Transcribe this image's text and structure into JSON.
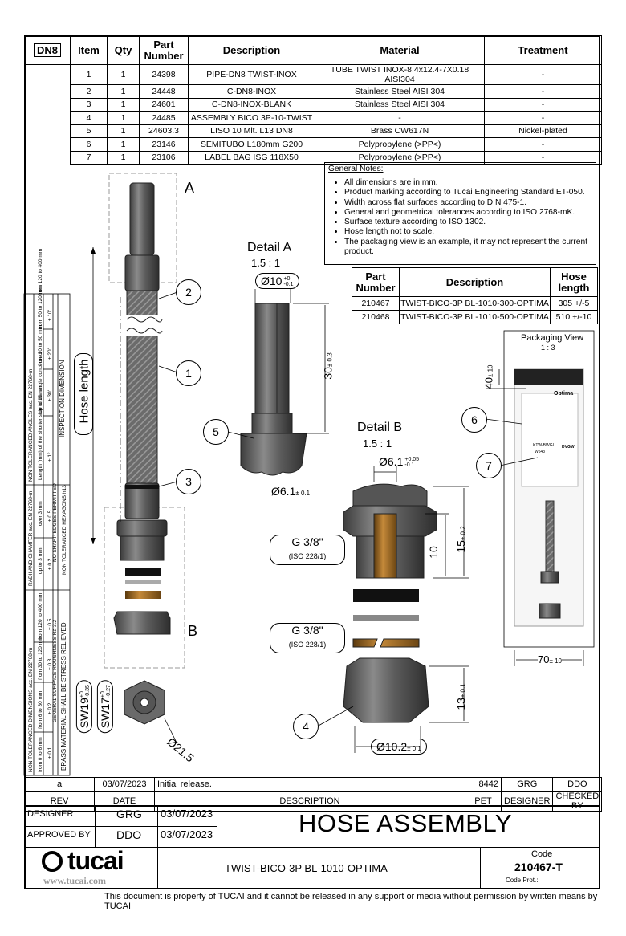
{
  "bom": {
    "size_label": "DN8",
    "headers": [
      "Item",
      "Qty",
      "Part Number",
      "Description",
      "Material",
      "Treatment"
    ],
    "rows": [
      [
        "1",
        "1",
        "24398",
        "PIPE-DN8 TWIST-INOX",
        "TUBE TWIST INOX-8.4x12.4-7X0.18 AISI304",
        "-"
      ],
      [
        "2",
        "1",
        "24448",
        "C-DN8-INOX",
        "Stainless Steel AISI 304",
        "-"
      ],
      [
        "3",
        "1",
        "24601",
        "C-DN8-INOX-BLANK",
        "Stainless Steel AISI 304",
        "-"
      ],
      [
        "4",
        "1",
        "24485",
        "ASSEMBLY BICO 3P-10-TWIST",
        "-",
        "-"
      ],
      [
        "5",
        "1",
        "24603.3",
        "LISO 10 Mlt. L13 DN8",
        "Brass CW617N",
        "Nickel-plated"
      ],
      [
        "6",
        "1",
        "23146",
        "SEMITUBO L180mm G200",
        "Polypropylene (>PP<)",
        "-"
      ],
      [
        "7",
        "1",
        "23106",
        "LABEL BAG ISG 118X50",
        "Polypropylene (>PP<)",
        "-"
      ]
    ]
  },
  "notes": {
    "title": "General Notes:",
    "items": [
      "All dimensions are in mm.",
      "Product marking according to Tucai Engineering Standard ET-050.",
      "Width across flat surfaces according to DIN 475-1.",
      "General and geometrical tolerances according to ISO 2768-mK.",
      "Surface texture according to ISO 1302.",
      "Hose length not to scale.",
      "The packaging view is an example, it may not represent the current product."
    ]
  },
  "variants": {
    "headers": [
      "Part Number",
      "Description",
      "Hose length"
    ],
    "rows": [
      [
        "210467",
        "TWIST-BICO-3P BL-1010-300-OPTIMA",
        "305 +/-5"
      ],
      [
        "210468",
        "TWIST-BICO-3P BL-1010-500-OPTIMA",
        "510 +/-10"
      ]
    ]
  },
  "drawing": {
    "view_a": "A",
    "view_b": "B",
    "hose_length": "Hose length",
    "detail_a_title": "Detail A",
    "detail_a_scale": "1.5 : 1",
    "detail_b_title": "Detail B",
    "detail_b_scale": "1.5 : 1",
    "packaging_title": "Packaging View",
    "packaging_scale": "1 : 3",
    "dims": {
      "d10": "Ø10",
      "d10_tol_top": "+0",
      "d10_tol_bot": "-0.1",
      "l30": "30",
      "l30_tol": "± 0.3",
      "d61a": "Ø6.1",
      "d61a_tol": "± 0.1",
      "d61b": "Ø6.1",
      "d61b_tol_top": "+0.05",
      "d61b_tol_bot": "-0.1",
      "g38": "G 3/8\"",
      "iso": "(ISO 228/1)",
      "l10": "10",
      "l15": "15",
      "l15_tol": "± 0.2",
      "l13": "13",
      "l13_tol": "± 0.1",
      "d102": "Ø10.2",
      "d102_tol": "± 0.1",
      "sw19": "SW19",
      "sw19_tol_top": "+0",
      "sw19_tol_bot": "-0.35",
      "sw17": "SW17",
      "sw17_tol_top": "+0",
      "sw17_tol_bot": "-0.27",
      "d215": "Ø21.5",
      "p40": "40",
      "p40_tol": "± 10",
      "p70": "70",
      "p70_tol": "± 10"
    },
    "callouts": [
      "1",
      "2",
      "3",
      "4",
      "5",
      "6",
      "7"
    ]
  },
  "label_texts": {
    "brand": "Optima",
    "line1": "KTW-BWGL",
    "line2": "W543",
    "brand2": "DVGW"
  },
  "tolerances": {
    "angles_title": "NON TOLERANCED ANGLES acc. EN 22768-m",
    "angles_sub": "Length (mm) of the shorter side of the angle concerned",
    "angles_cols": [
      "up to 10 mm",
      "from 10 to 50 mm",
      "from 50 to 120 mm",
      "from 120 to 400 mm"
    ],
    "angles_vals": [
      "± 1°",
      "± 30'",
      "± 20'",
      "± 10'"
    ],
    "inspection": "INSPECTION DIMENSION",
    "radii_title": "RADII AND CHAMFER acc. EN 22768-m",
    "radii_cols": [
      "up to 3 mm",
      "over 3 mm"
    ],
    "radii_vals": [
      "± 0.2",
      "± 0.5"
    ],
    "sharp": "NO SHARP EDGES PERMITTED",
    "hex": "NON TOLERANCED HEXAGONS h13",
    "lin_title": "NON TOLERANCED DIMENSIONS acc. EN 22768-m",
    "lin_cols": [
      "from 0 to 6 mm",
      "from 6 to 30 mm",
      "from 30 to 120 mm",
      "from 120 to 400 mm"
    ],
    "lin_vals": [
      "± 0.1",
      "± 0.2",
      "± 0.3",
      "± 0.5"
    ],
    "roughness": "GENERAL SURFACE ROUGHNESS Ra 3.2",
    "stress": "BRASS MATERIAL SHALL BE STRESS RELIEVED"
  },
  "revision": {
    "rev": "a",
    "date": "03/07/2023",
    "description": "Initial release.",
    "pet": "8442",
    "designer": "GRG",
    "checked": "DDO",
    "headers": [
      "REV",
      "DATE",
      "DESCRIPTION",
      "PET",
      "DESIGNER",
      "CHECKED BY"
    ]
  },
  "title_block": {
    "designer_label": "DESIGNER",
    "designer": "GRG",
    "designer_date": "03/07/2023",
    "approved_label": "APPROVED BY",
    "approved": "DDO",
    "approved_date": "03/07/2023",
    "title": "HOSE ASSEMBLY",
    "subtitle": "TWIST-BICO-3P BL-1010-OPTIMA",
    "code_label": "Code",
    "code": "210467-T",
    "code_prot": "Code Prot.:",
    "logo": "tucai",
    "website": "www.tucai.com"
  },
  "footer": "This document is property of TUCAI and it cannot be released in any support or media without permission by written means by TUCAI"
}
